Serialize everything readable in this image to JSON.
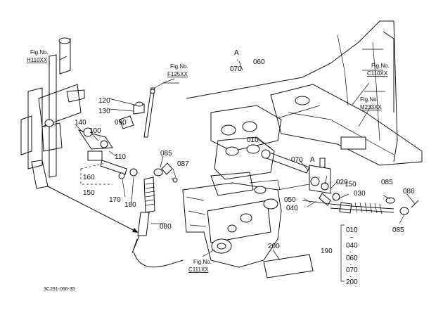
{
  "figure_refs": [
    {
      "label": "Fig.No.",
      "code": "H110XX"
    },
    {
      "label": "Fig.No.",
      "code": "F125XX"
    },
    {
      "label": "Fig.No.",
      "code": "C110XX"
    },
    {
      "label": "Fig.No.",
      "code": "M233XX"
    },
    {
      "label": "Fig.No.",
      "code": "C111XX"
    }
  ],
  "ref_marker": "A",
  "parts": [
    "060",
    "070",
    "120",
    "130",
    "140",
    "100",
    "090",
    "110",
    "085",
    "087",
    "160",
    "150",
    "170",
    "180",
    "080",
    "010",
    "070",
    "020",
    "030",
    "050",
    "040",
    "085",
    "086",
    "085",
    "200"
  ],
  "group": {
    "id": "190",
    "items": [
      "010",
      "~",
      "040",
      "060",
      "070",
      "200"
    ]
  },
  "drawing_code": "3C291-066-35"
}
